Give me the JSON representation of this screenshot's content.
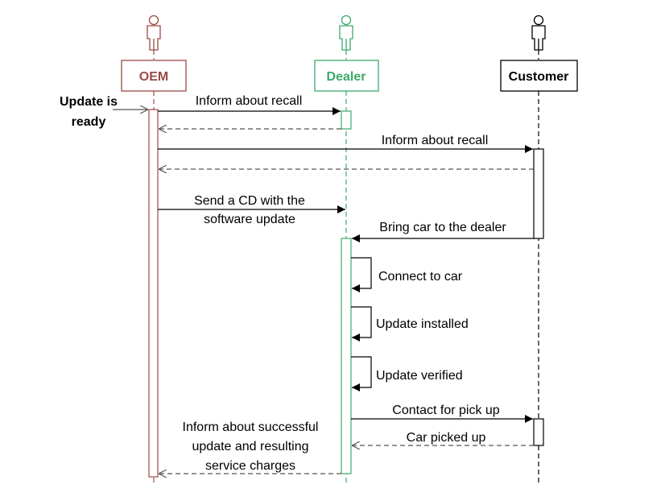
{
  "colors": {
    "oem": "#9b4a44",
    "dealer": "#3cab6a",
    "customer": "#000000",
    "message": "#000000",
    "return": "#555555"
  },
  "actors": {
    "oem": {
      "label": "OEM",
      "icon": "person-icon"
    },
    "dealer": {
      "label": "Dealer",
      "icon": "person-icon"
    },
    "customer": {
      "label": "Customer",
      "icon": "person-icon"
    }
  },
  "trigger": {
    "line1": "Update is",
    "line2": "ready"
  },
  "messages": {
    "m1": "Inform about recall",
    "m2": "Inform about recall",
    "m3_line1": "Send a CD with the",
    "m3_line2": "software update",
    "m4": "Bring car to the dealer",
    "m5": "Connect to car",
    "m6": "Update installed",
    "m7": "Update verified",
    "m8": "Contact for pick up",
    "m9": "Car picked up",
    "m10_line1": "Inform about successful",
    "m10_line2": "update and resulting",
    "m10_line3": "service charges"
  }
}
